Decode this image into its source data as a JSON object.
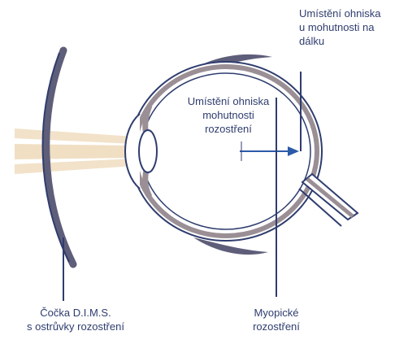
{
  "colors": {
    "ink": "#2f3d6e",
    "arrow": "#2b5aa8",
    "beam": "#f0ddc0",
    "eye_outer": "#2f3d6e",
    "eye_layer": "#9b8f96",
    "lens_band": "#5f5e7a"
  },
  "labels": {
    "far_focus": [
      "Umístění ohniska",
      "u mohutnosti na",
      "dálku"
    ],
    "defocus_focus": [
      "Umístění ohniska",
      "mohutnosti",
      "rozostření"
    ],
    "dims_lens": [
      "Čočka D.I.M.S.",
      "s ostrůvky rozostření"
    ],
    "myopic_defocus": [
      "Myopické",
      "rozostření"
    ]
  }
}
